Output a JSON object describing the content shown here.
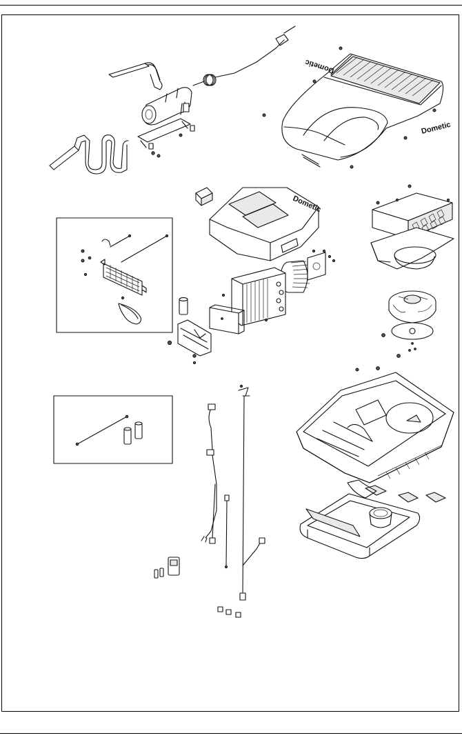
{
  "brand": {
    "logo_text_top": "Dometic",
    "logo_text_side": "Dometic",
    "logo_text_small": "Dometic"
  },
  "figure": {
    "view": "exploded-parts-diagram",
    "groups": [
      "compressor-and-refrigerant-lines",
      "outer-roof-cover",
      "inner-cover-fan-evaporator",
      "inset-box-heater-kit",
      "condenser-and-shroud",
      "condenser-fan",
      "base-pan",
      "inset-box-wiring-kit",
      "wire-harnesses",
      "remote-control",
      "ceiling-grille-and-ducts"
    ]
  }
}
